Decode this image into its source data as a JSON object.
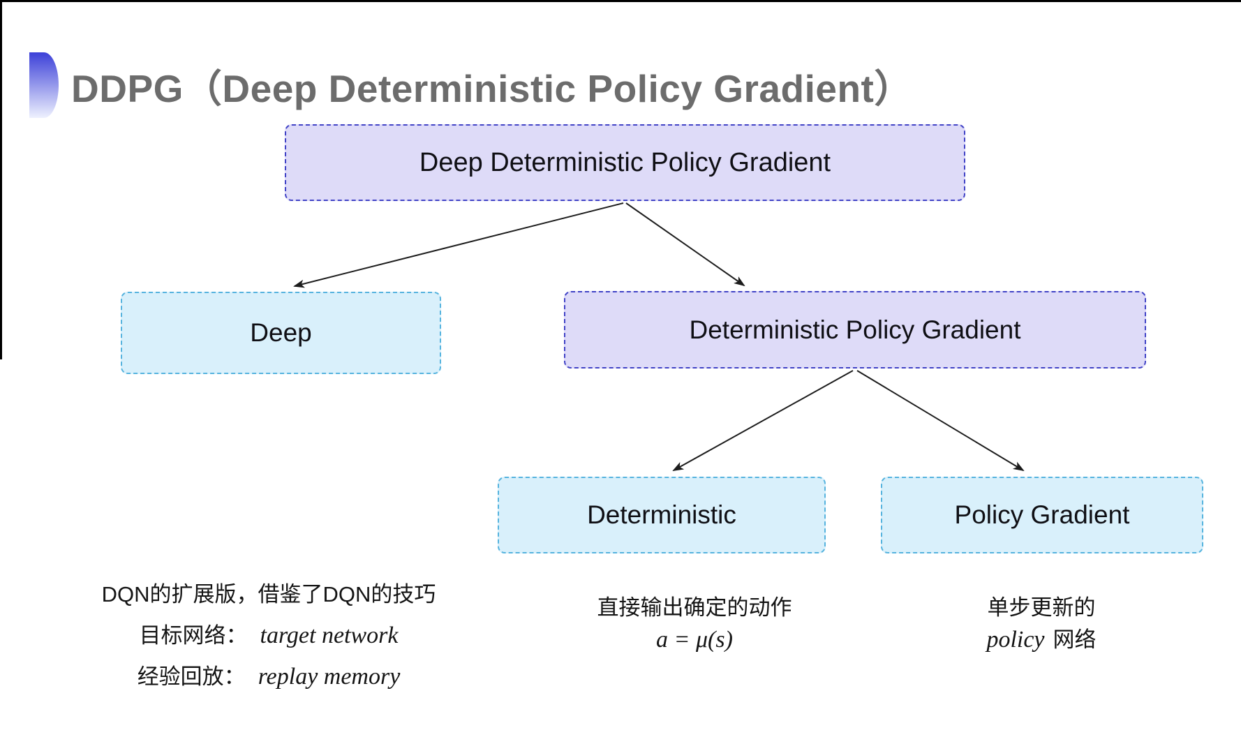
{
  "title": "DDPG（Deep Deterministic Policy Gradient）",
  "nodes": {
    "root": "Deep Deterministic Policy Gradient",
    "deep": "Deep",
    "dpg": "Deterministic Policy Gradient",
    "deterministic": "Deterministic",
    "policy_gradient": "Policy Gradient"
  },
  "notes": {
    "deep": {
      "line1": "DQN的扩展版，借鉴了DQN的技巧",
      "rows": [
        {
          "zh": "目标网络：",
          "en": "target network"
        },
        {
          "zh": "经验回放：",
          "en": "replay memory"
        }
      ]
    },
    "deterministic": {
      "line1": "直接输出确定的动作",
      "formula": "a = μ(s)"
    },
    "policy_gradient": {
      "line1": "单步更新的",
      "en": "policy",
      "zh": "网络"
    }
  },
  "colors": {
    "purple_fill": "#dedbf8",
    "purple_border": "#4042c6",
    "cyan_fill": "#d9f0fb",
    "cyan_border": "#55b3de",
    "title_text": "#6c6c6c",
    "node_text": "#0f0f14",
    "note_text": "#141414",
    "arrow": "#1c1c1c",
    "bullet_top": "#3c40d8",
    "bullet_bottom": "#eef1fe",
    "frame_line": "#000000"
  }
}
